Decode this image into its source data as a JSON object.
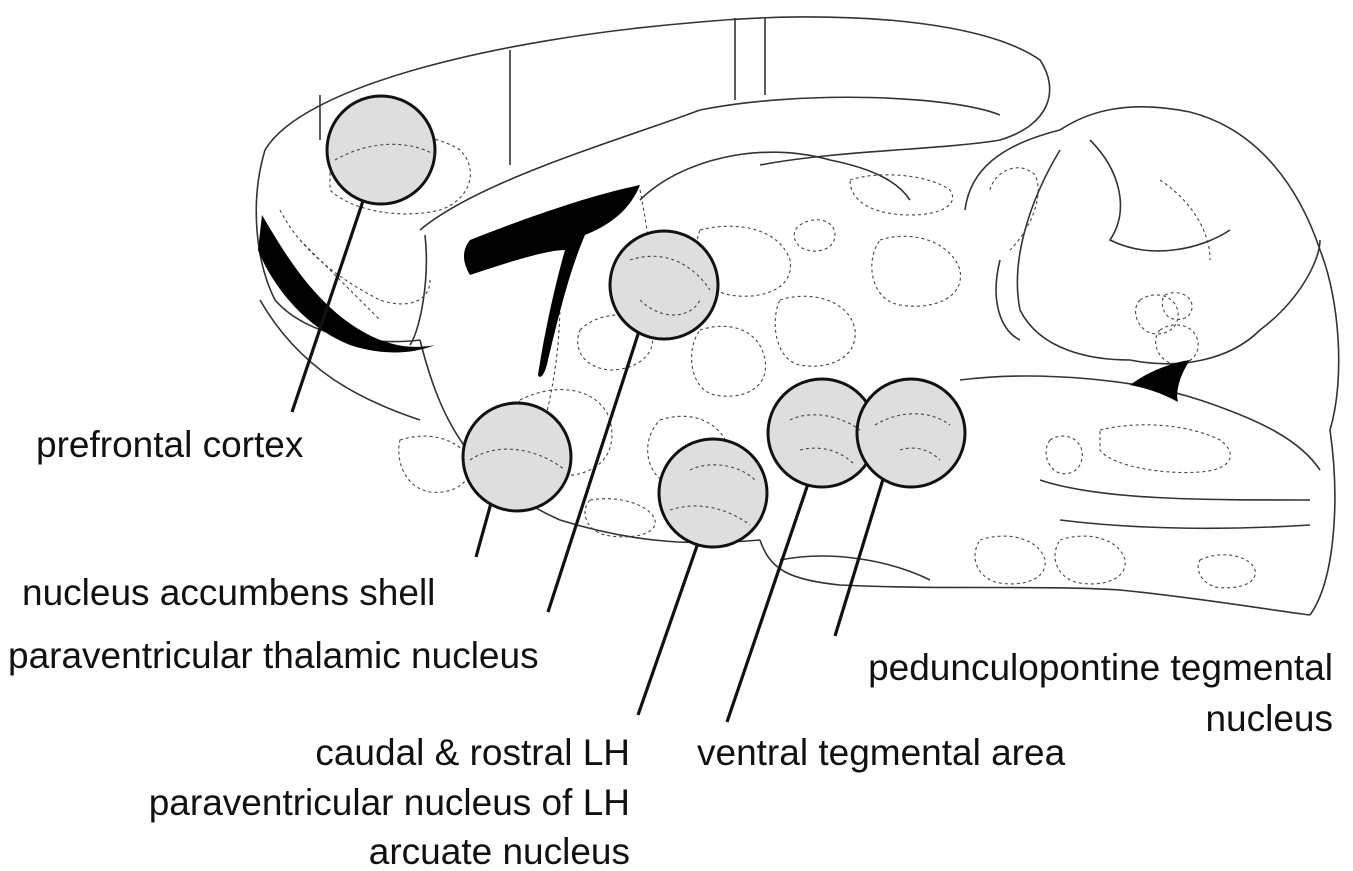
{
  "colors": {
    "background": "#ffffff",
    "region_fill": "#dedede",
    "line": "#111111"
  },
  "regions": [
    {
      "id": "pfc",
      "label": "prefrontal cortex",
      "icon": "region-circle"
    },
    {
      "id": "nacsh",
      "label": "nucleus accumbens shell",
      "icon": "region-circle"
    },
    {
      "id": "pvt",
      "label": "paraventricular thalamic nucleus",
      "icon": "region-circle"
    },
    {
      "id": "lh",
      "lines": [
        "caudal & rostral LH",
        "paraventricular nucleus of LH",
        "arcuate nucleus"
      ],
      "icon": "region-circle"
    },
    {
      "id": "vta",
      "label": "ventral tegmental area",
      "icon": "region-circle"
    },
    {
      "id": "pptg",
      "lines": [
        "pedunculopontine tegmental",
        "nucleus"
      ],
      "icon": "region-circle"
    }
  ]
}
